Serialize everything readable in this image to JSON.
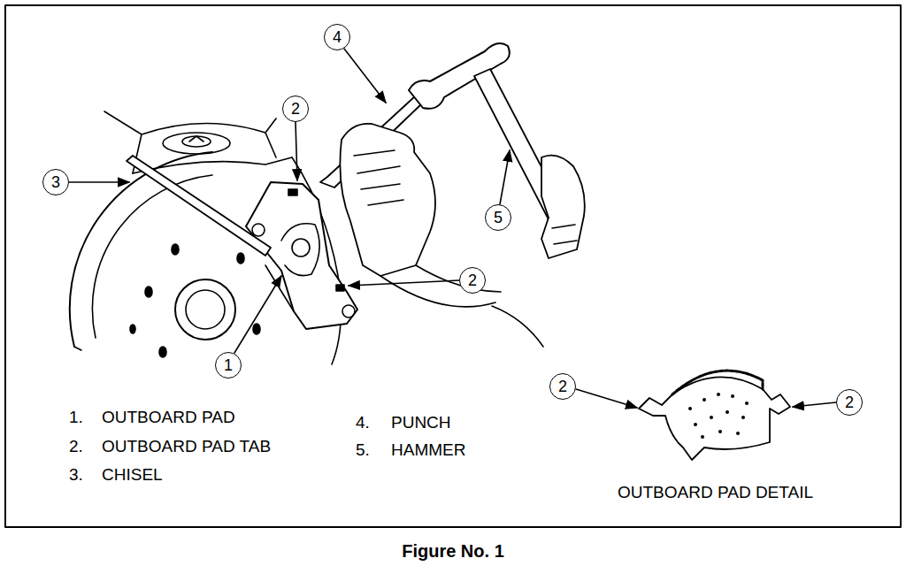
{
  "diagram": {
    "caption": "Figure No. 1",
    "nodes": [
      {
        "text": [
          "4"
        ]
      },
      {
        "text": [
          "2"
        ]
      },
      {
        "text": [
          "3"
        ]
      },
      {
        "text": [
          "5"
        ]
      },
      {
        "text": [
          "2"
        ]
      },
      {
        "text": [
          "1"
        ]
      },
      {
        "text": [
          "2"
        ]
      },
      {
        "text": [
          "2"
        ]
      }
    ],
    "labels": [
      "1.",
      "OUTBOARD PAD",
      "2.",
      "OUTBOARD PAD TAB",
      "3.",
      "CHISEL",
      "4.",
      "PUNCH",
      "5.",
      "HAMMER",
      "OUTBOARD PAD DETAIL"
    ]
  }
}
